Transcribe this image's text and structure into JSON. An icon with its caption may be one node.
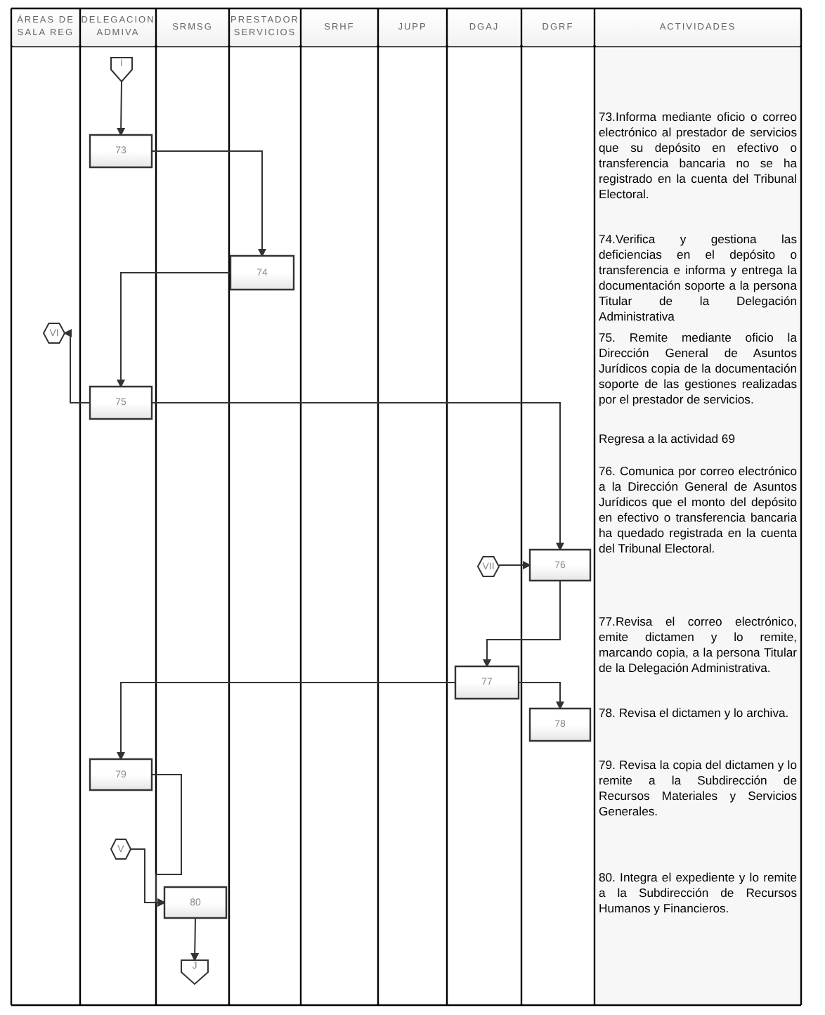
{
  "diagram": {
    "nodes": [
      {
        "text": [
          "I"
        ]
      },
      {
        "text": [
          "73"
        ]
      },
      {
        "text": [
          "74"
        ]
      },
      {
        "text": [
          "VI"
        ]
      },
      {
        "text": [
          "75"
        ]
      },
      {
        "text": [
          "VII"
        ]
      },
      {
        "text": [
          "76"
        ]
      },
      {
        "text": [
          "77"
        ]
      },
      {
        "text": [
          "78"
        ]
      },
      {
        "text": [
          "79"
        ]
      },
      {
        "text": [
          "V"
        ]
      },
      {
        "text": [
          "80"
        ]
      },
      {
        "text": [
          "J"
        ]
      }
    ],
    "edges": [
      {
        "from": 0,
        "to": 1,
        "arrow": "to"
      },
      {
        "from": 1,
        "to": 2,
        "arrow": "to"
      },
      {
        "from": 2,
        "to": 4,
        "arrow": "to"
      },
      {
        "from": 4,
        "to": 3,
        "arrow": "to"
      },
      {
        "from": 4,
        "to": 6,
        "arrow": "to"
      },
      {
        "from": 5,
        "to": 6,
        "arrow": "to"
      },
      {
        "from": 6,
        "to": 7,
        "arrow": "to"
      },
      {
        "from": 7,
        "to": 9,
        "arrow": "to"
      },
      {
        "from": 7,
        "to": 8,
        "arrow": "to"
      },
      {
        "from": 9,
        "to": 11,
        "arrow": "to"
      },
      {
        "from": 10,
        "to": 11,
        "arrow": "to"
      },
      {
        "from": 11,
        "to": 12,
        "arrow": "to"
      }
    ],
    "labels": [
      "ÁREAS DE SALA REG",
      "DELEGACION ADMIVA",
      "SRMSG",
      "PRESTADOR SERVICIOS",
      "SRHF",
      "JUPP",
      "DGAJ",
      "DGRF",
      "ACTIVIDADES",
      "73.Informa mediante oficio o correo electrónico al prestador de servicios que su depósito en efectivo o transferencia bancaria no se ha registrado en la cuenta del Tribunal Electoral.",
      "74.Verifica y gestiona las deficiencias en el depósito o transferencia e informa y entrega la documentación soporte a la persona Titular de la Delegación Administrativa",
      "75. Remite mediante oficio la Dirección General de Asuntos Jurídicos copia de la documentación soporte de las gestiones realizadas por el prestador de servicios.",
      "Regresa a la actividad 69",
      "76. Comunica por correo electrónico a la Dirección General de Asuntos Jurídicos que el monto del depósito en efectivo o transferencia bancaria ha quedado registrada en la cuenta del Tribunal Electoral.",
      "77.Revisa el correo electrónico, emite dictamen y lo remite, marcando copia, a la persona Titular de la Delegación Administrativa.",
      "78. Revisa el dictamen y lo archiva.",
      "79. Revisa la copia del dictamen y lo remite a la Subdirección de Recursos Materiales y Servicios Generales.",
      "80. Integra el expediente y lo remite a la Subdirección de Recursos Humanos y Financieros."
    ]
  }
}
